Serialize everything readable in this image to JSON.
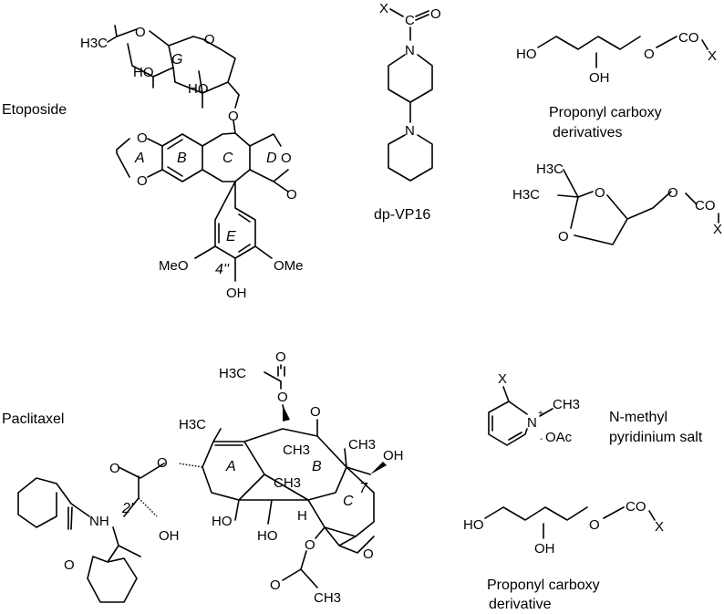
{
  "compounds": {
    "etoposide": {
      "name": "Etoposide",
      "ring_labels": [
        "A",
        "B",
        "C",
        "D",
        "E",
        "G"
      ],
      "position_label": "4''",
      "atom_labels": {
        "h3c": "H3C",
        "ring_o1": "O",
        "ring_o2": "O",
        "ring_o3": "O",
        "ho_sugar1": "HO",
        "ho_sugar2": "HO",
        "glyc_o": "O",
        "dioxole_o1": "O",
        "dioxole_o2": "O",
        "lactone_o": "O",
        "carbonyl_o": "O",
        "meo_left": "MeO",
        "ome_right": "OMe",
        "oh": "OH"
      }
    },
    "dp_vp16": {
      "name": "dp-VP16",
      "atom_labels": {
        "x": "X",
        "c": "C",
        "o": "O",
        "n1": "N",
        "n2": "N"
      }
    },
    "propanol_carboxy": {
      "name": "Proponyl carboxy derivatives",
      "line1": "Proponyl carboxy",
      "line2": "derivatives",
      "atom_labels": {
        "ho": "HO",
        "oh": "OH",
        "o": "O",
        "co": "CO",
        "x": "X"
      }
    },
    "acetonide": {
      "atom_labels": {
        "ch3_top": "H3C",
        "ch3_mid": "H3C",
        "ring_o1": "O",
        "ring_o2": "O",
        "o": "O",
        "co": "CO",
        "x": "X"
      }
    },
    "paclitaxel": {
      "name": "Paclitaxel",
      "ring_labels": [
        "A",
        "B",
        "C"
      ],
      "position_labels": [
        "2'",
        "7"
      ],
      "atom_labels": {
        "acetyl_o_top": "O",
        "h3c_top": "H3C",
        "acetyl_o": "O",
        "ketone_o": "O",
        "h3c_ring": "H3C",
        "ch3_a": "CH3",
        "ch3_b": "CH3",
        "ch3_c": "CH3",
        "oh_c7": "OH",
        "ester_o": "O",
        "ester_o2": "O",
        "amide_o": "O",
        "nh": "NH",
        "oh_side": "OH",
        "ho_c1": "HO",
        "ho_c10": "HO",
        "h": "H",
        "oxetane_o": "O",
        "acetyl_o_bottom": "O",
        "acetyl_o_bottom2": "O",
        "ch3_bottom": "CH3"
      }
    },
    "pyridinium": {
      "name_line1": "N-methyl",
      "name_line2": "pyridinium salt",
      "atom_labels": {
        "x": "X",
        "n": "N",
        "plus": "+",
        "ch3": "CH3",
        "minus": "-",
        "oac": "OAc"
      }
    },
    "propanol_carboxy_single": {
      "line1": "Proponyl carboxy",
      "line2": "derivative",
      "atom_labels": {
        "ho": "HO",
        "oh": "OH",
        "o": "O",
        "co": "CO",
        "x": "X"
      }
    }
  }
}
